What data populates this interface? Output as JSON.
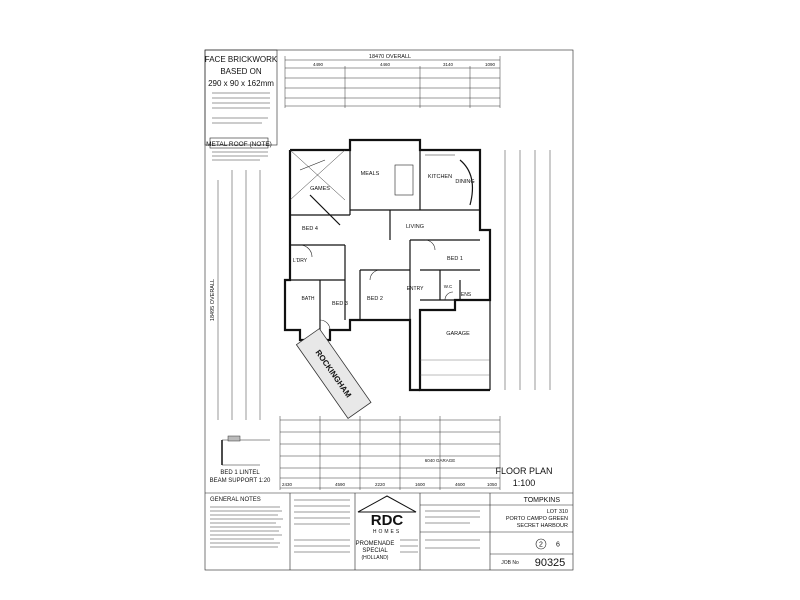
{
  "title_block": {
    "material_line1": "FACE BRICKWORK",
    "material_line2": "BASED ON",
    "material_line3": "290 x 90 x 162mm",
    "metal_roof": "METAL ROOF (NOTE)",
    "overall_width": "18470 OVERALL",
    "overall_depth": "18495 OVERALL",
    "floor_plan": "FLOOR PLAN",
    "scale": "1:100",
    "general_notes": "GENERAL NOTES",
    "lintel_line1": "BED 1 LINTEL",
    "lintel_line2": "BEAM SUPPORT 1:20",
    "garage_overall": "6040 GARAGE",
    "client": "TOMPKINS",
    "lot": "LOT 310",
    "address_line1": "PORTO CAMPO GREEN",
    "address_line2": "SECRET HARBOUR",
    "sheet_no": "2",
    "sheet_of": "6",
    "job_no_label": "JOB No",
    "job_no": "90325",
    "logo": "RDC",
    "logo_sub": "HOMES",
    "model_line1": "PROMENADE",
    "model_line2": "SPECIAL",
    "model_line3": "(HOLLAND)",
    "stamp": "ROCKINGHAM"
  },
  "rooms": {
    "meals": "MEALS",
    "kitchen": "KITCHEN",
    "dining": "DINING",
    "games": "GAMES",
    "bed4": "BED 4",
    "bed3": "BED 3",
    "bed2": "BED 2",
    "bed1": "BED 1",
    "living": "LIVING",
    "bath": "BATH",
    "entry": "ENTRY",
    "ens": "ENS",
    "wc": "W.C",
    "garage": "GARAGE",
    "ldry": "L'DRY"
  },
  "top_dims": [
    "4490",
    "4460",
    "3140",
    "1090"
  ],
  "bottom_dims": [
    "2430",
    "4590",
    "2220",
    "1600",
    "4600",
    "1050"
  ]
}
